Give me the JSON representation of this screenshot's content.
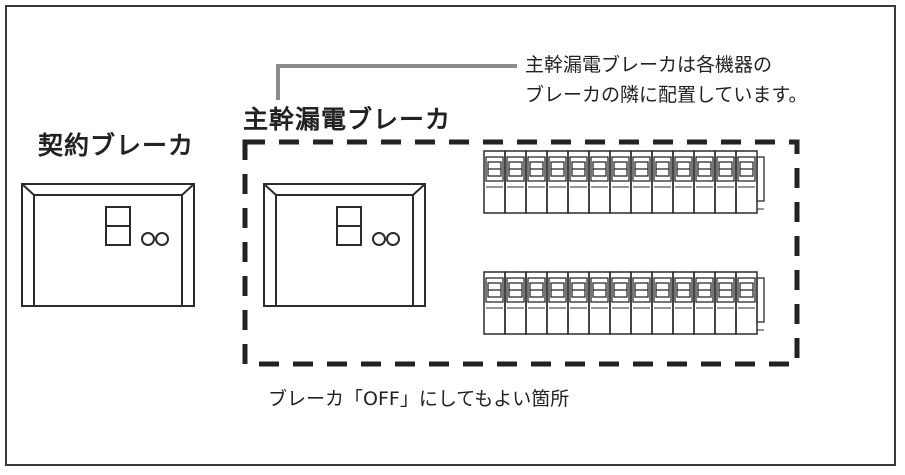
{
  "labels": {
    "contract_breaker": "契約ブレーカ",
    "main_breaker": "主幹漏電ブレーカ",
    "note_line1": "主幹漏電ブレーカは各機器の",
    "note_line2": "ブレーカの隣に配置しています。",
    "caption": "ブレーカ「OFF」にしてもよい箇所"
  },
  "icons": {
    "breaker_indicator": "○○"
  },
  "colors": {
    "line": "#2b2b2b",
    "leader": "#8c8c8c",
    "dashed": "#222222"
  },
  "breaker_rows": [
    {
      "name": "upper",
      "count": 13
    },
    {
      "name": "lower",
      "count": 13
    }
  ]
}
